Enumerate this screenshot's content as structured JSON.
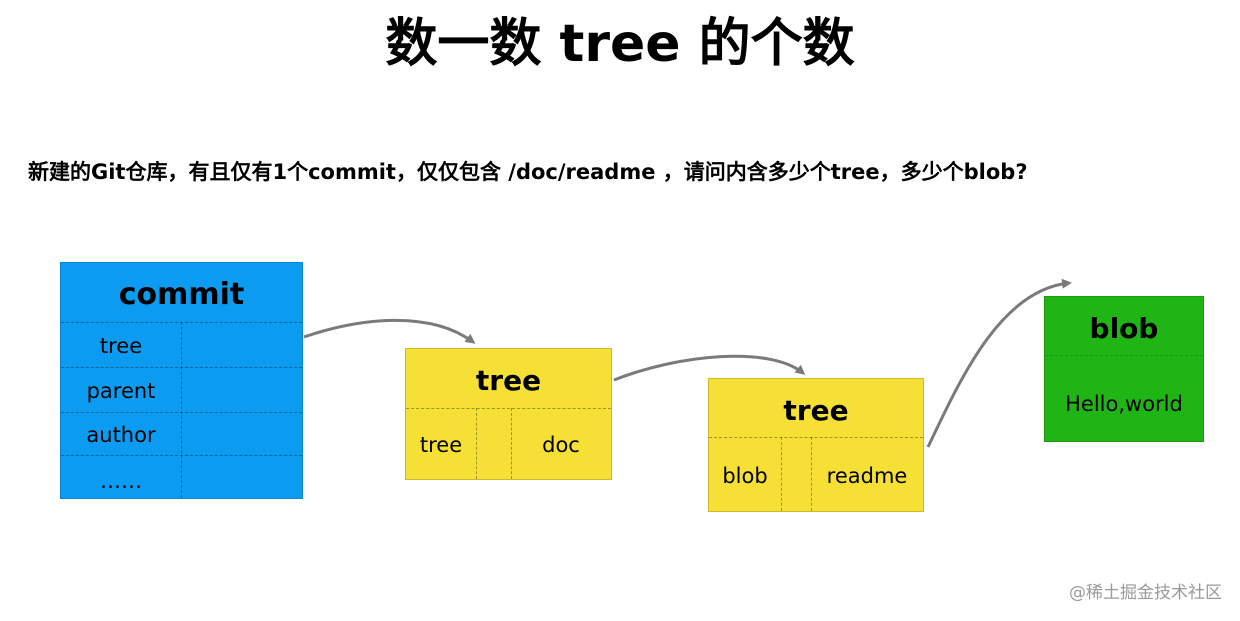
{
  "title": "数一数 tree 的个数",
  "question": "新建的Git仓库，有且仅有1个commit，仅仅包含 /doc/readme ，请问内含多少个tree，多少个blob?",
  "commit": {
    "heading": "commit",
    "fields": [
      "tree",
      "parent",
      "author",
      "……"
    ]
  },
  "tree1": {
    "heading": "tree",
    "left": "tree",
    "right": "doc"
  },
  "tree2": {
    "heading": "tree",
    "left": "blob",
    "right": "readme"
  },
  "blob": {
    "heading": "blob",
    "content": "Hello,world"
  },
  "watermark": "@稀土掘金技术社区",
  "colors": {
    "commit": "#0b9cf2",
    "tree": "#f7e035",
    "blob": "#1fb515",
    "arrow": "#7a7a7a"
  }
}
